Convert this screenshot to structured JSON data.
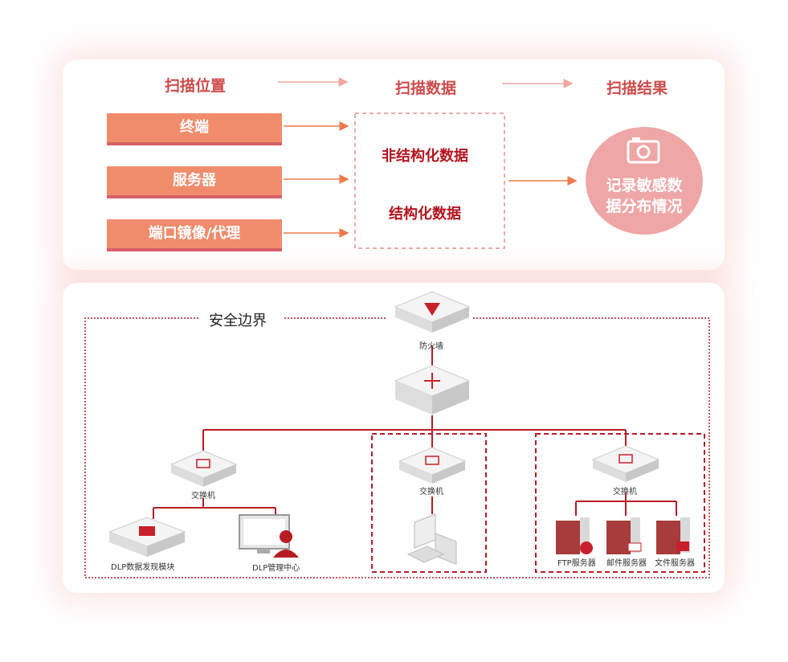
{
  "header": {
    "scan_location": "扫描位置",
    "scan_data": "扫描数据",
    "scan_result": "扫描结果"
  },
  "sources": [
    "终端",
    "服务器",
    "端口镜像/代理"
  ],
  "data_types": [
    "非结构化数据",
    "结构化数据"
  ],
  "result": {
    "line1": "记录敏感数",
    "line2": "据分布情况",
    "icon": "camera-icon"
  },
  "network": {
    "boundary_label": "安全边界",
    "firewall": "防火墙",
    "switch_left": "交换机",
    "switch_mid": "交换机",
    "switch_right": "交换机",
    "dlp_discovery": "DLP数据发现模块",
    "dlp_mgmt": "DLP管理中心",
    "ftp_server": "FTP服务器",
    "mail_server": "邮件服务器",
    "file_server": "文件服务器"
  },
  "colors": {
    "accent": "#cf4a4a",
    "box": "#f08c6c",
    "dark_red": "#b4141e",
    "circle": "#efa6a6"
  }
}
